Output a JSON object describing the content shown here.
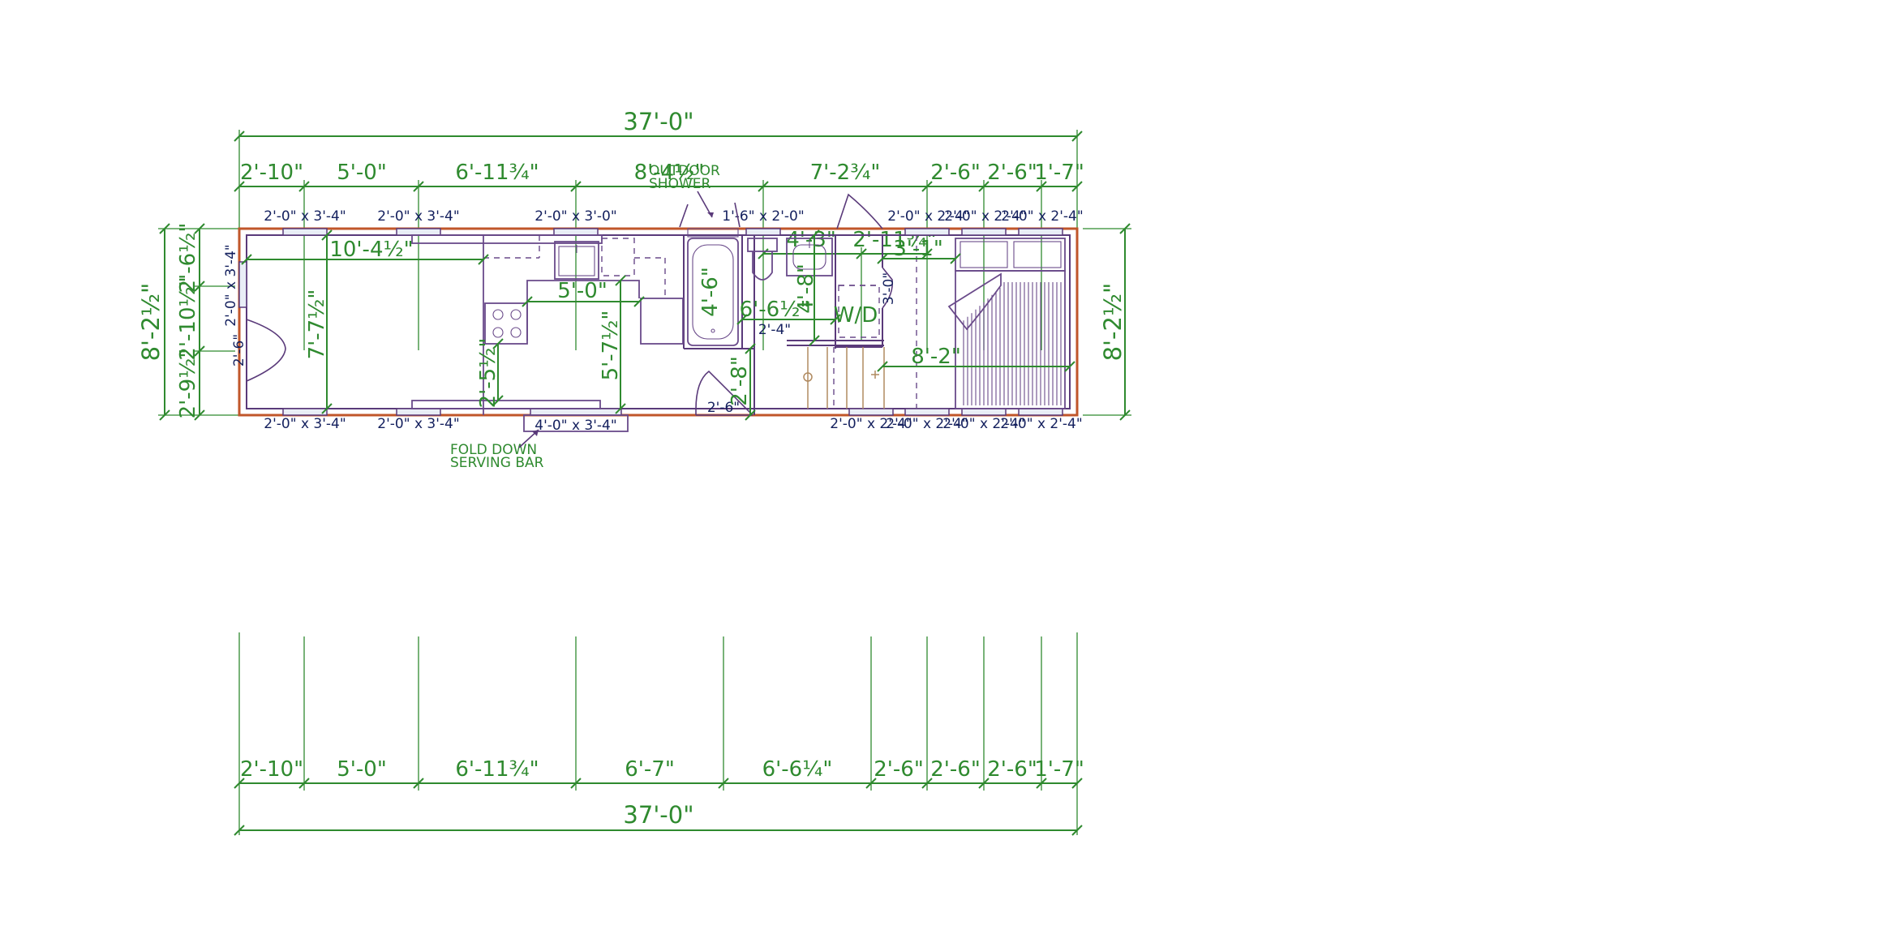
{
  "dimensions": {
    "overall_top": "37'-0\"",
    "overall_bottom": "37'-0\"",
    "top_chain": [
      "2'-10\"",
      "5'-0\"",
      "6'-11¾\"",
      "8'-4½\"",
      "7'-2¾\"",
      "2'-6\"",
      "2'-6\"",
      "1'-7\""
    ],
    "top_sub": [
      "4'-3\"",
      "2'-11¾\""
    ],
    "bottom_chain": [
      "2'-10\"",
      "5'-0\"",
      "6'-11¾\"",
      "6'-7\"",
      "6'-6¼\"",
      "2'-6\"",
      "2'-6\"",
      "2'-6\"",
      "1'-7\""
    ],
    "left_overall": "8'-2½\"",
    "left_chain": [
      "2'-6½\"",
      "2'-10½\"",
      "2'-9½\""
    ],
    "right_overall": "8'-2½\"",
    "interior": {
      "living_length": "10'-4½\"",
      "living_width": "7'-7½\"",
      "kitchen_run": "5'-0\"",
      "counter_depth": "2'-5½\"",
      "kitchen_width": "5'-7½\"",
      "tub_length": "4'-6\"",
      "bath_length": "6'-6½\"",
      "bath_width": "4'-8\"",
      "closet_depth": "3'-1\"",
      "bedroom_length": "8'-2\"",
      "hall_width": "2'-8\"",
      "vanity": "2'-4\"",
      "wd_closet": "3'-0\""
    }
  },
  "windows": {
    "top": [
      "2'-0\" x 3'-4\"",
      "2'-0\" x 3'-4\"",
      "2'-0\" x 3'-0\"",
      "1'-6\" x 2'-0\"",
      "2'-0\" x 2'-4\"",
      "2'-0\" x 2'-4\"",
      "2'-0\" x 2'-4\""
    ],
    "bottom": [
      "2'-0\" x 3'-4\"",
      "2'-0\" x 3'-4\"",
      "4'-0\" x 3'-4\"",
      "2'-0\" x 2'-4\"",
      "2'-0\" x 2'-4\"",
      "2'-0\" x 2'-4\"",
      "2'-0\" x 2'-4\""
    ],
    "left": "2'-0\" x 3'-4\""
  },
  "doors": {
    "entry": "2'-6\"",
    "bath": "2'-6\""
  },
  "labels": {
    "outdoor_shower_1": "OUTDOOR",
    "outdoor_shower_2": "SHOWER",
    "serving_bar_1": "FOLD DOWN",
    "serving_bar_2": "SERVING BAR",
    "washer_dryer": "W/D"
  },
  "colors": {
    "dimension": "#2f8a2f",
    "exterior_wall": "#c0562a",
    "interior_wall": "#5a3a7a",
    "text_dark": "#14205e"
  }
}
